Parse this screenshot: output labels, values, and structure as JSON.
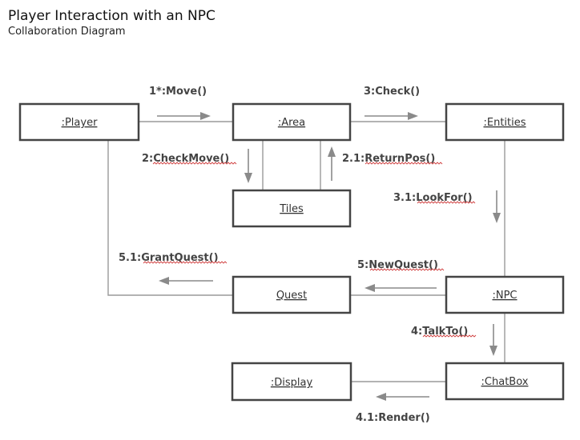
{
  "title": "Player Interaction with an NPC",
  "subtitle": "Collaboration Diagram",
  "objects": {
    "player": ":Player",
    "area": ":Area",
    "entities": ":Entities",
    "tiles": "Tiles",
    "quest": "Quest",
    "npc": ":NPC",
    "display": ":Display",
    "chatbox": ":ChatBox"
  },
  "messages": {
    "move": "1*:Move()",
    "check": "3:Check()",
    "check_move": "2:CheckMove()",
    "return_pos": "2.1:ReturnPos()",
    "look_for": "3.1:LookFor()",
    "grant_quest": "5.1:GrantQuest()",
    "new_quest": "5:NewQuest()",
    "talk_to": "4:TalkTo()",
    "render": "4.1:Render()"
  },
  "colors": {
    "box_border": "#444444",
    "connector": "#9a9a9a",
    "arrow": "#8a8a8a",
    "spellcheck_underline": "#d04040"
  }
}
